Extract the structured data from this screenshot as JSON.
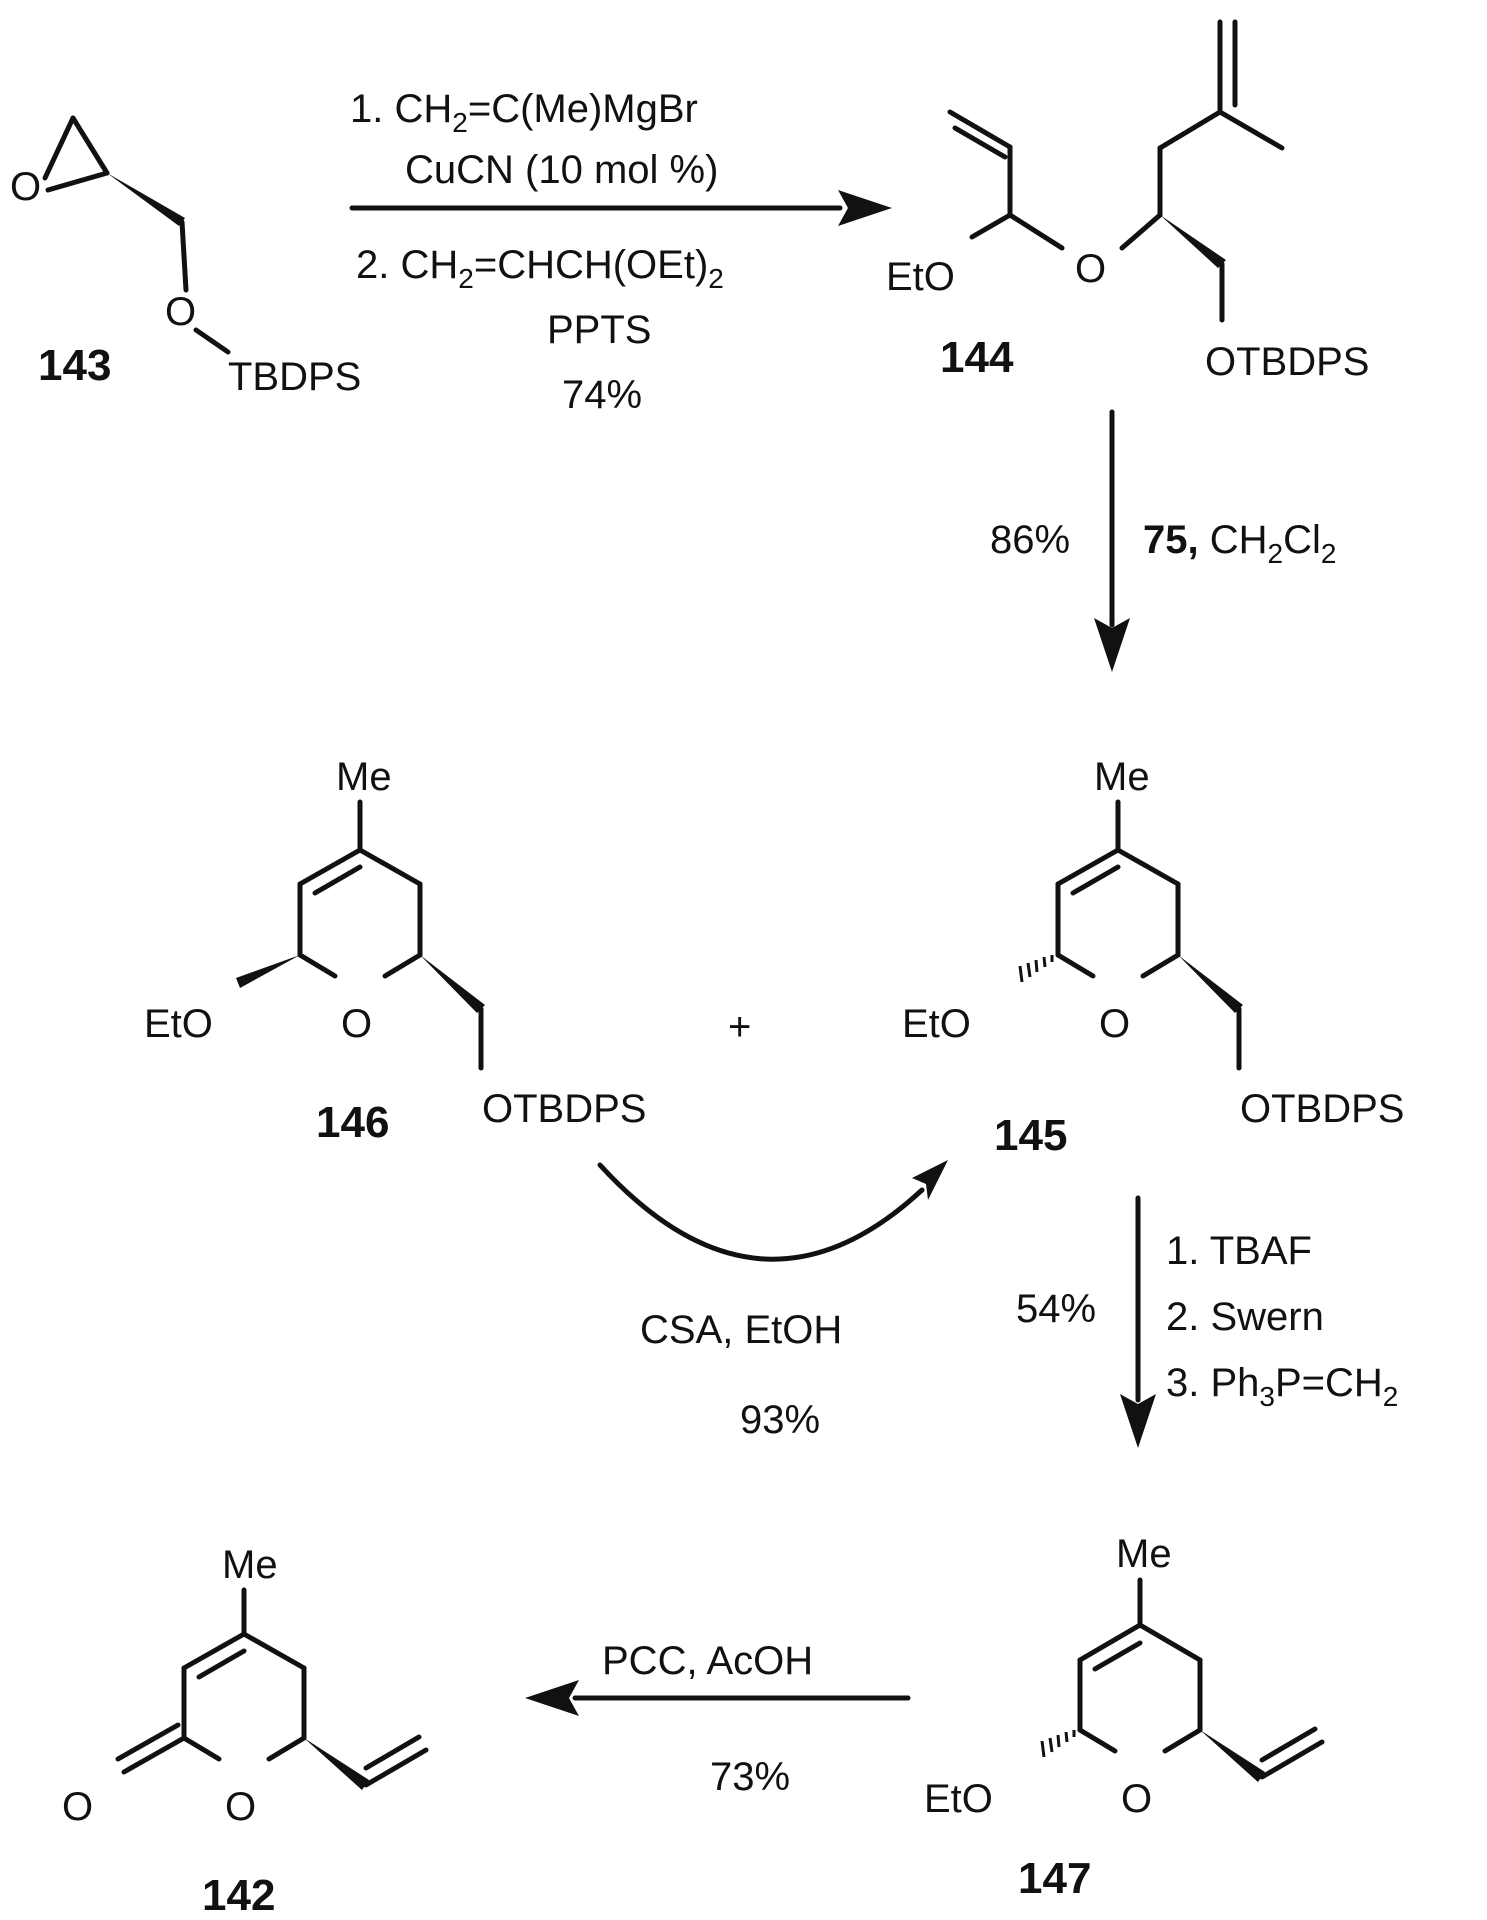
{
  "compounds": {
    "c143": {
      "id": "143",
      "o": "O",
      "o2": "O",
      "tbdps": "TBDPS"
    },
    "c144": {
      "id": "144",
      "eto": "EtO",
      "o": "O",
      "otbdps": "OTBDPS"
    },
    "c145": {
      "id": "145",
      "me": "Me",
      "eto": "EtO",
      "o": "O",
      "otbdps": "OTBDPS"
    },
    "c146": {
      "id": "146",
      "me": "Me",
      "eto": "EtO",
      "o": "O",
      "otbdps": "OTBDPS"
    },
    "c147": {
      "id": "147",
      "me": "Me",
      "eto": "EtO",
      "o": "O"
    },
    "c142": {
      "id": "142",
      "me": "Me",
      "o_carbonyl": "O",
      "o_ring": "O"
    }
  },
  "steps": {
    "s1": {
      "line1": "1. CH2=C(Me)MgBr",
      "line1_parts": [
        "1. CH",
        "2",
        "=C(Me)MgBr"
      ],
      "line2": "CuCN (10 mol %)",
      "line3": "2. CH2=CHCH(OEt)2",
      "line3_parts": [
        "2. CH",
        "2",
        "=CHCH(OEt)",
        "2"
      ],
      "line4": "PPTS",
      "yield": "74%"
    },
    "s2": {
      "yield": "86%",
      "reagent": "75, CH2Cl2",
      "reagent_parts": [
        "75,",
        " CH",
        "2",
        "Cl",
        "2"
      ]
    },
    "s3": {
      "plus": "+",
      "reagent": "CSA, EtOH",
      "yield": "93%"
    },
    "s4": {
      "yield": "54%",
      "line1": "1. TBAF",
      "line2": "2. Swern",
      "line3": "3. Ph3P=CH2",
      "line3_parts": [
        "3. Ph",
        "3",
        "P=CH",
        "2"
      ]
    },
    "s5": {
      "reagent": "PCC, AcOH",
      "yield": "73%"
    }
  }
}
